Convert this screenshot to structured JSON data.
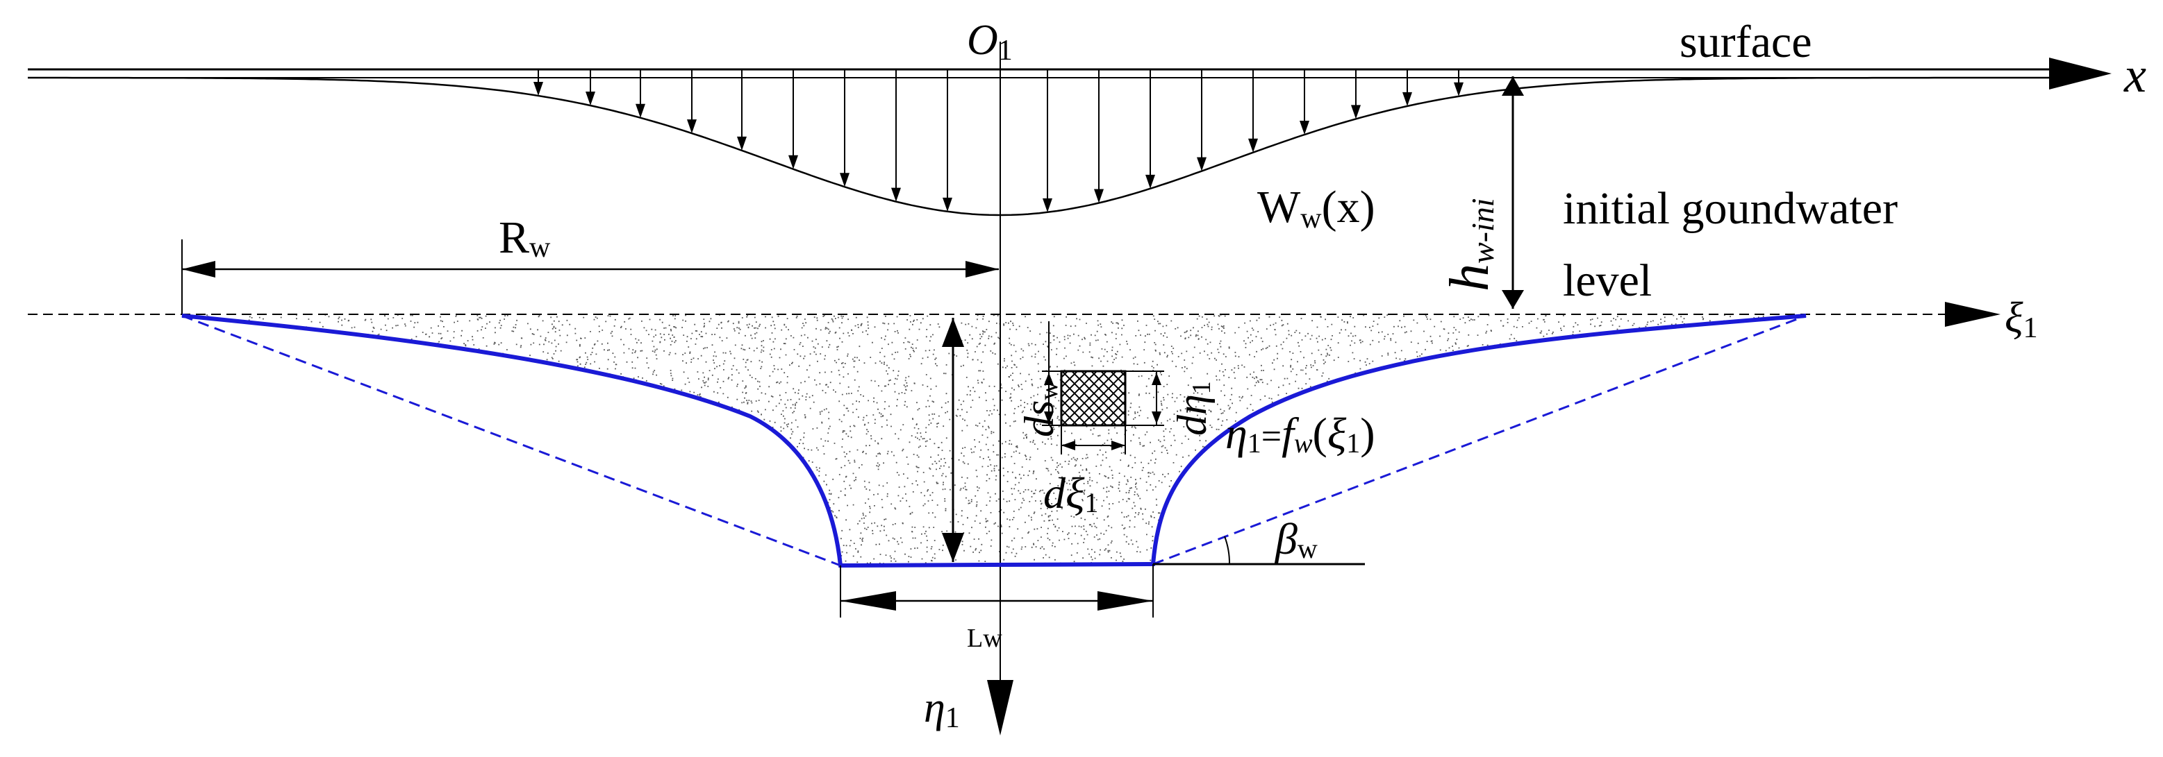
{
  "labels": {
    "origin": {
      "main": "O",
      "sub": "1"
    },
    "surface": "surface",
    "x_axis": "x",
    "settlement": {
      "main": "W",
      "sub": "w",
      "arg": "(x)"
    },
    "h_ini": {
      "main": "h",
      "sub": "w-ini"
    },
    "gw_line1": "initial goundwater",
    "gw_line2": "level",
    "xi_axis": {
      "main": "ξ",
      "sub": "1"
    },
    "eta_axis": {
      "main": "η",
      "sub": "1"
    },
    "R_w": {
      "main": "R",
      "sub": "w"
    },
    "L_w": "Lw",
    "ds_w": {
      "main": "ds",
      "sub": "w"
    },
    "d_eta": {
      "main": "dη",
      "sub": "1"
    },
    "d_xi": {
      "main": "dξ",
      "sub": "1"
    },
    "curve_eq": {
      "a": "η",
      "a_sub": "1",
      "b": "=",
      "f": "f",
      "f_sub": "w",
      "arg_open": "(",
      "xi": "ξ",
      "xi_sub": "1",
      "arg_close": ")"
    },
    "beta": {
      "main": "β",
      "sub": "w"
    }
  },
  "colors": {
    "ink": "#000000",
    "curve": "#1a1ad6",
    "stipple": "#555555"
  }
}
